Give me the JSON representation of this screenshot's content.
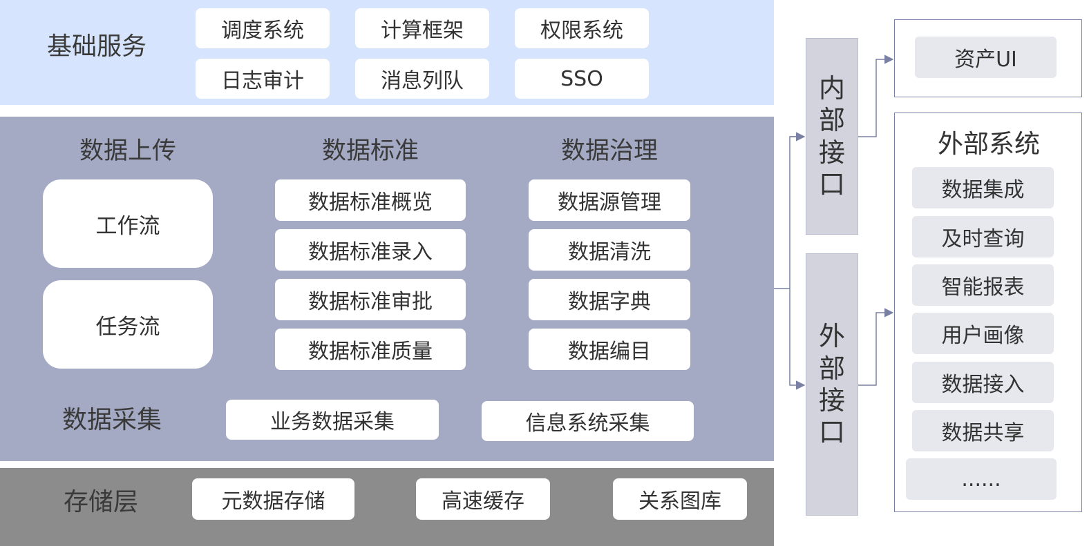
{
  "basic_services": {
    "label": "基础服务",
    "items": [
      "调度系统",
      "计算框架",
      "权限系统",
      "日志审计",
      "消息列队",
      "SSO"
    ]
  },
  "upload": {
    "title": "数据上传",
    "items": [
      "工作流",
      "任务流"
    ]
  },
  "standard": {
    "title": "数据标准",
    "items": [
      "数据标准概览",
      "数据标准录入",
      "数据标准审批",
      "数据标准质量"
    ]
  },
  "governance": {
    "title": "数据治理",
    "items": [
      "数据源管理",
      "数据清洗",
      "数据字典",
      "数据编目"
    ]
  },
  "collection": {
    "label": "数据采集",
    "items": [
      "业务数据采集",
      "信息系统采集"
    ]
  },
  "storage": {
    "label": "存储层",
    "items": [
      "元数据存储",
      "高速缓存",
      "关系图库"
    ]
  },
  "internal_interface": {
    "chars": [
      "内",
      "部",
      "接",
      "口"
    ]
  },
  "external_interface": {
    "chars": [
      "外",
      "部",
      "接",
      "口"
    ]
  },
  "asset_ui": {
    "label": "资产UI"
  },
  "external_systems": {
    "title": "外部系统",
    "items": [
      "数据集成",
      "及时查询",
      "智能报表",
      "用户画像",
      "数据接入",
      "数据共享",
      "......"
    ]
  },
  "colors": {
    "basic_band": "#d6e5fd",
    "core_band": "#a5aac4",
    "storage_band": "#8c8c8c",
    "interface_fill": "#d3d3de",
    "connector": "#7a80a3"
  }
}
